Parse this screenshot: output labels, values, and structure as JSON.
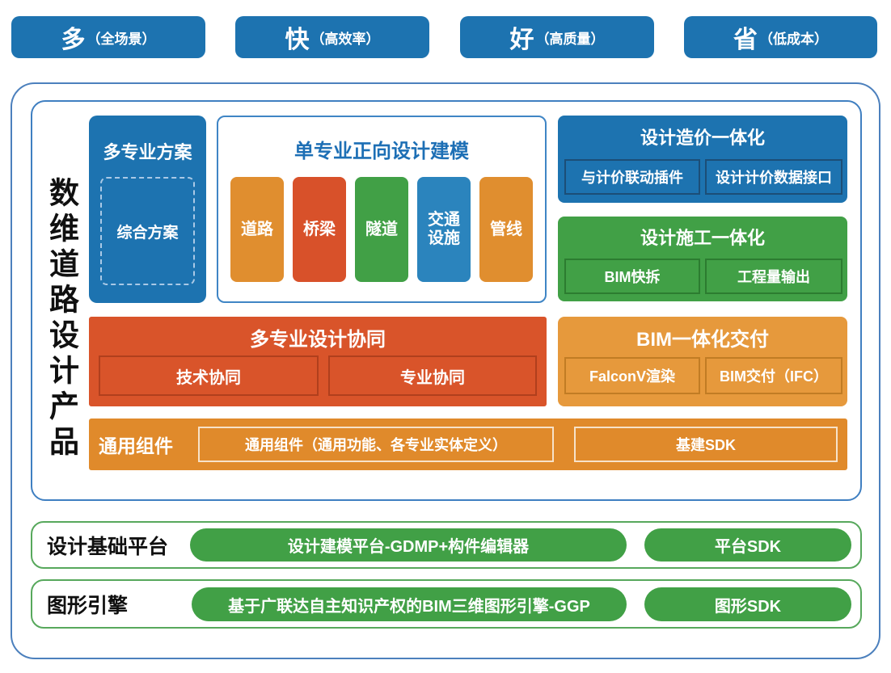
{
  "top_badges": [
    {
      "big": "多",
      "small": "（全场景）"
    },
    {
      "big": "快",
      "small": "（高效率）"
    },
    {
      "big": "好",
      "small": "（高质量）"
    },
    {
      "big": "省",
      "small": "（低成本）"
    }
  ],
  "product_panel": {
    "side_label": "数维道路设计产品",
    "multi_scheme": {
      "title": "多专业方案",
      "item": "综合方案"
    },
    "single_modeling": {
      "title": "单专业正向设计建模",
      "items": [
        "道路",
        "桥梁",
        "隧道",
        "交通设施",
        "管线"
      ]
    },
    "design_cost": {
      "title": "设计造价一体化",
      "items": [
        "与计价联动插件",
        "设计计价数据接口"
      ]
    },
    "design_construction": {
      "title": "设计施工一体化",
      "items": [
        "BIM快拆",
        "工程量输出"
      ]
    },
    "multi_collab": {
      "title": "多专业设计协同",
      "items": [
        "技术协同",
        "专业协同"
      ]
    },
    "bim_delivery": {
      "title": "BIM一体化交付",
      "items": [
        "FalconV渲染",
        "BIM交付（IFC）"
      ]
    },
    "common_components": {
      "label": "通用组件",
      "items": [
        "通用组件（通用功能、各专业实体定义）",
        "基建SDK"
      ]
    }
  },
  "platform_row": {
    "label": "设计基础平台",
    "items": [
      "设计建模平台-GDMP+构件编辑器",
      "平台SDK"
    ]
  },
  "engine_row": {
    "label": "图形引擎",
    "items": [
      "基于广联达自主知识产权的BIM三维图形引擎-GGP",
      "图形SDK"
    ]
  },
  "colors": {
    "primary_blue": "#1d73b0",
    "mid_blue": "#2b84bd",
    "vermillion": "#d9542a",
    "orange": "#e08a2b",
    "bim_orange": "#e6993c",
    "green": "#41a046",
    "outer_border_blue": "#4c80bd",
    "green_row_border": "#57a85c"
  }
}
